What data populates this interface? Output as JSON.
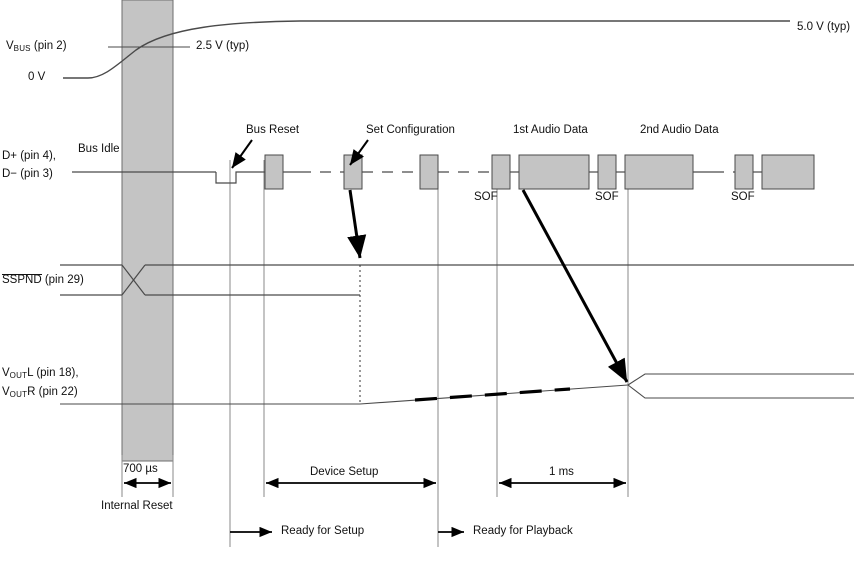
{
  "diagram": {
    "title": "USB audio device power-up and enumeration timing diagram",
    "colors": {
      "band_fill": "#c4c4c4",
      "band_stroke": "#6e6e6e",
      "packet_fill": "#c4c4c4",
      "packet_stroke": "#4a4a4a",
      "signal": "#4a4a4a",
      "guide": "#8a8a8a",
      "annotation": "#000000"
    }
  },
  "signals": {
    "vbus": {
      "label_main": "V",
      "label_sub": "BUS",
      "label_rest": " (pin 2)",
      "level_low": "0 V",
      "level_mid": "2.5 V (typ)",
      "level_high": "5.0 V (typ)"
    },
    "data": {
      "label_line1": "D+ (pin 4),",
      "label_line2": "D− (pin 3)",
      "idle_label": "Bus Idle"
    },
    "sspnd": {
      "label_overline": "SSPND",
      "label_rest": " (pin 29)"
    },
    "vout": {
      "line1_main": "V",
      "line1_sub": "OUT",
      "line1_rest": "L (pin 18),",
      "line2_main": "V",
      "line2_sub": "OUT",
      "line2_rest": "R (pin 22)"
    }
  },
  "annotations": {
    "bus_reset": "Bus Reset",
    "set_configuration": "Set Configuration",
    "audio_1": "1st Audio Data",
    "audio_2": "2nd Audio Data",
    "sof_1": "SOF",
    "sof_2": "SOF",
    "sof_3": "SOF"
  },
  "timing": {
    "internal_reset_duration": "700 µs",
    "internal_reset_label": "Internal Reset",
    "device_setup": "Device Setup",
    "frame_period": "1 ms",
    "ready_for_setup": "Ready for Setup",
    "ready_for_playback": "Ready for Playback"
  }
}
